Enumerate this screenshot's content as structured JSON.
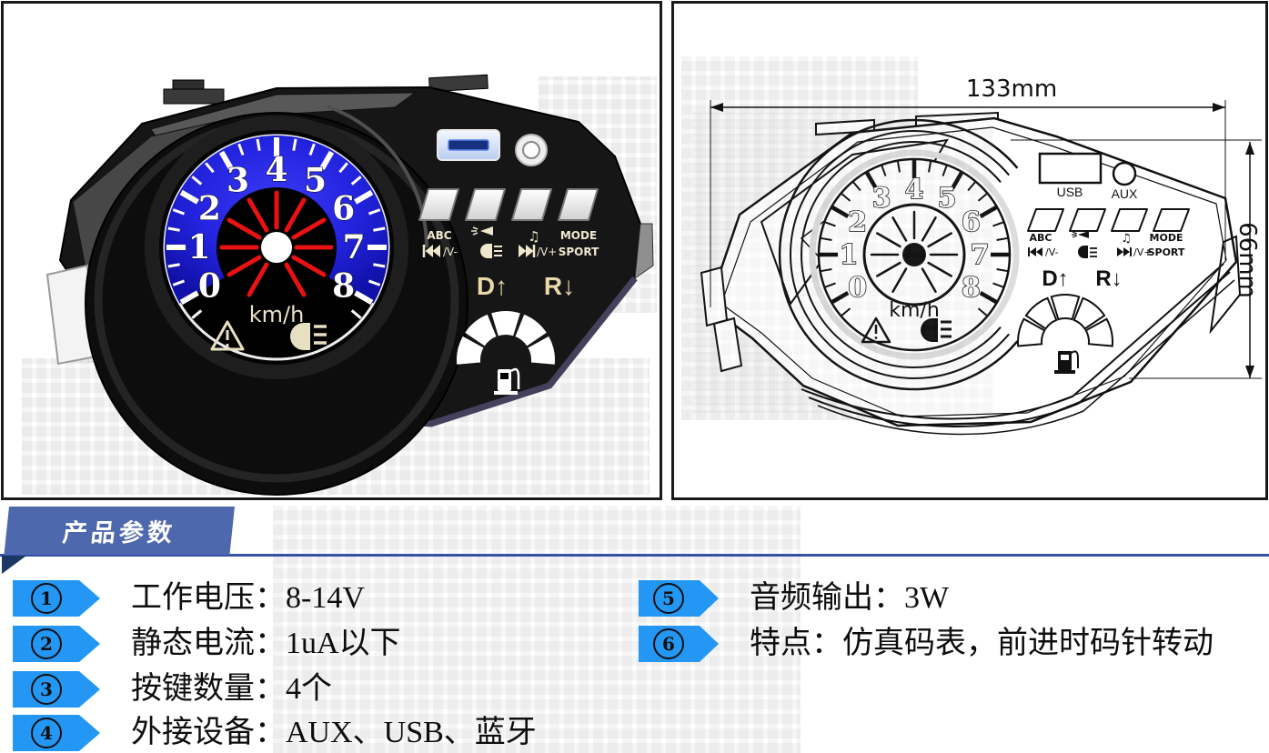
{
  "cluster": {
    "numbers": [
      "0",
      "1",
      "2",
      "3",
      "4",
      "5",
      "6",
      "7",
      "8"
    ],
    "unit": "km/h",
    "button_labels": {
      "b1_top": "ABC",
      "b1_bottom": "/V-",
      "b3_top": "♫",
      "b3_bottom": "/V+",
      "b4_top": "MODE",
      "b4_bottom": "SPORT"
    },
    "gear_up": "D↑",
    "gear_down": "R↓",
    "icons": [
      "prev-track-icon",
      "horn-icon",
      "headlight-icon",
      "next-track-icon",
      "music-note-icon",
      "warning-icon",
      "fuel-pump-icon",
      "fuel-gauge-icon",
      "usb-port-icon",
      "aux-jack-icon"
    ]
  },
  "drawing": {
    "usb_label": "USB",
    "aux_label": "AUX",
    "dim_width": "133mm",
    "dim_height": "66mm"
  },
  "params": {
    "header": "产品参数",
    "items": [
      {
        "num": "1",
        "text": "工作电压：8-14V"
      },
      {
        "num": "2",
        "text": "静态电流：1uA以下"
      },
      {
        "num": "3",
        "text": "按键数量：4个"
      },
      {
        "num": "4",
        "text": "外接设备：AUX、USB、蓝牙"
      },
      {
        "num": "5",
        "text": "音频输出：3W"
      },
      {
        "num": "6",
        "text": "特点：仿真码表，前进时码针转动"
      }
    ]
  },
  "colors": {
    "banner_blue": "#4e68ae",
    "rule_blue": "#3752a5",
    "fold_navy": "#1d3764",
    "item_arrow_blue": "#2397f3",
    "dial_blue": "#2424e0",
    "needle_red": "#e81212",
    "usb_slot_blue": "#16327f"
  }
}
